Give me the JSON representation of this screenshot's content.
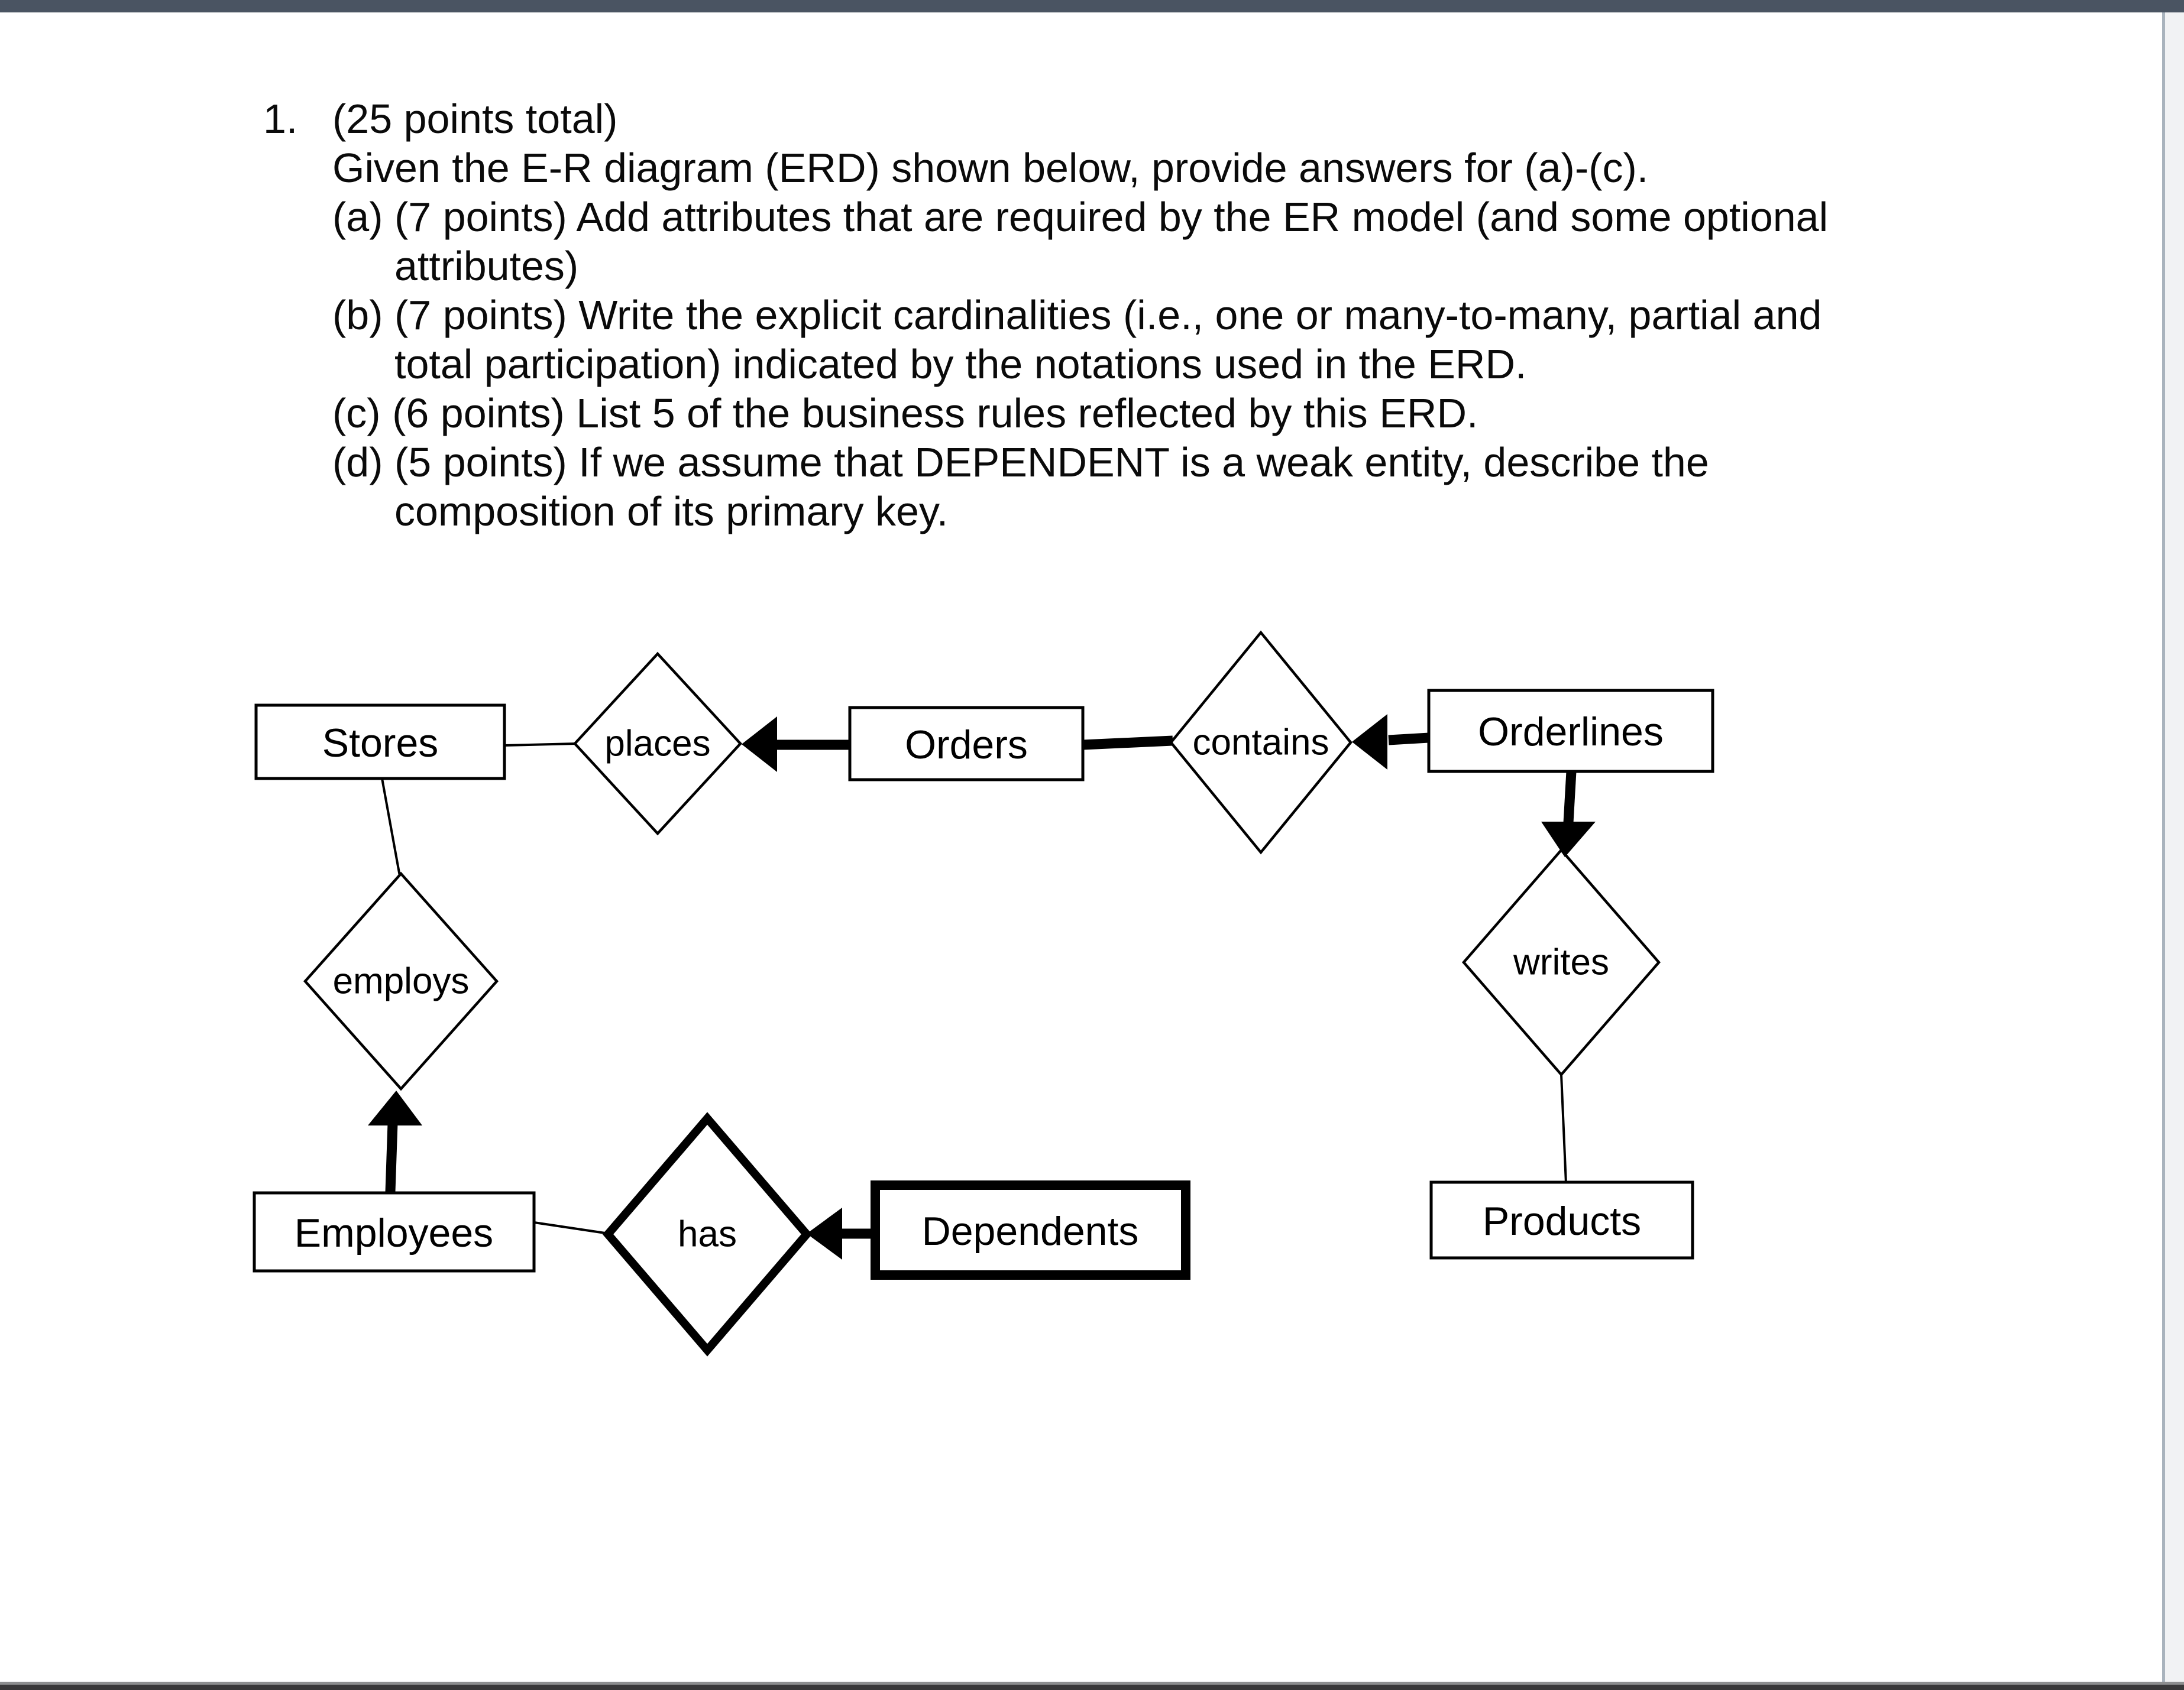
{
  "chrome": {
    "top_bar_color": "#4a5462",
    "scrollbar_track_color": "#f1f2f4",
    "scrollbar_border_color": "#a9b3bd",
    "bottom_line_color": "#8d8e90",
    "bottom_bar_color": "#39383a",
    "page_background": "#ffffff",
    "ink_color": "#000000"
  },
  "question": {
    "number": "1.",
    "lines": [
      {
        "text": "(25 points total)",
        "indent": 0
      },
      {
        "text": "Given the E-R diagram (ERD) shown below, provide answers for (a)-(c).",
        "indent": 0
      },
      {
        "text": "(a) (7 points) Add attributes that are required by the ER model (and some optional",
        "indent": 0
      },
      {
        "text": "attributes)",
        "indent": 1
      },
      {
        "text": "(b) (7 points) Write the explicit cardinalities (i.e., one or many-to-many, partial and",
        "indent": 0
      },
      {
        "text": "total participation) indicated by the notations used in the ERD.",
        "indent": 1
      },
      {
        "text": "(c) (6 points) List 5 of the business rules reflected by this ERD.",
        "indent": 0
      },
      {
        "text": "(d) (5 points) If we assume that DEPENDENT is a weak entity, describe the",
        "indent": 0
      },
      {
        "text": "composition of its primary key.",
        "indent": 1
      }
    ]
  },
  "diagram": {
    "entities": [
      {
        "label": "Stores",
        "weak": false
      },
      {
        "label": "Orders",
        "weak": false
      },
      {
        "label": "Orderlines",
        "weak": false
      },
      {
        "label": "Employees",
        "weak": false
      },
      {
        "label": "Dependents",
        "weak": true
      },
      {
        "label": "Products",
        "weak": false
      }
    ],
    "relationships": [
      {
        "label": "places",
        "identifying": false
      },
      {
        "label": "contains",
        "identifying": false
      },
      {
        "label": "employs",
        "identifying": false
      },
      {
        "label": "writes",
        "identifying": false
      },
      {
        "label": "has",
        "identifying": true
      }
    ],
    "connectors": [
      {
        "from": "Stores",
        "to": "places",
        "style": "thin-line"
      },
      {
        "from": "Orders",
        "to": "places",
        "style": "thick-arrow",
        "arrow_points_at": "places"
      },
      {
        "from": "Orders",
        "to": "contains",
        "style": "thick-line"
      },
      {
        "from": "Orderlines",
        "to": "contains",
        "style": "thick-arrow",
        "arrow_points_at": "contains"
      },
      {
        "from": "Orderlines",
        "to": "writes",
        "style": "thick-arrow",
        "arrow_points_at": "writes"
      },
      {
        "from": "writes",
        "to": "Products",
        "style": "thin-line"
      },
      {
        "from": "Stores",
        "to": "employs",
        "style": "thin-line"
      },
      {
        "from": "Employees",
        "to": "employs",
        "style": "thick-arrow",
        "arrow_points_at": "employs"
      },
      {
        "from": "Employees",
        "to": "has",
        "style": "thin-line"
      },
      {
        "from": "Dependents",
        "to": "has",
        "style": "thick-arrow",
        "arrow_points_at": "has"
      }
    ]
  }
}
